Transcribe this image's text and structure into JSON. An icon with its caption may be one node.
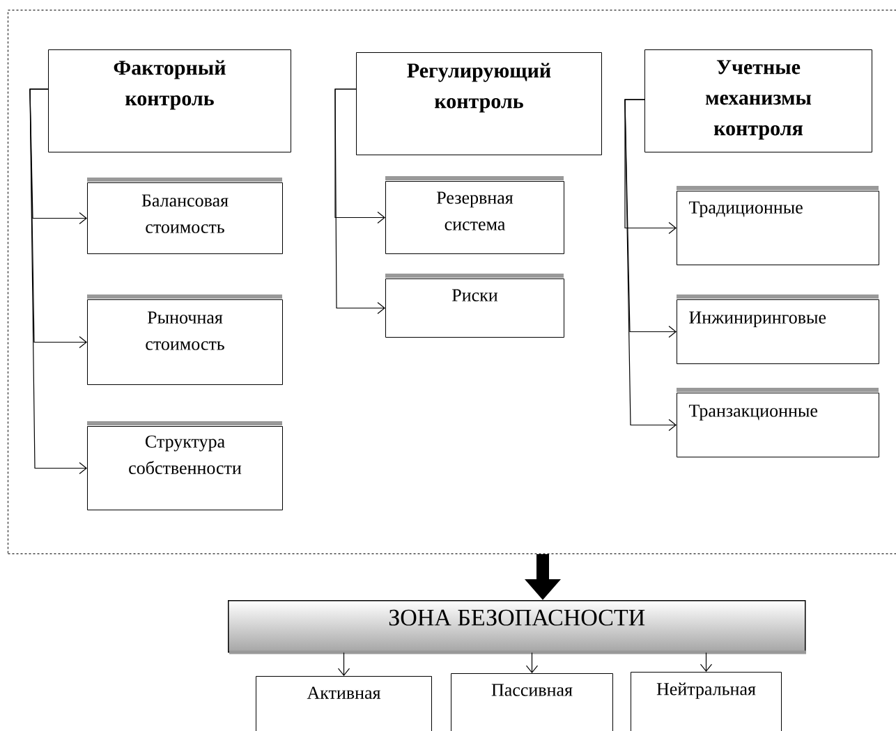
{
  "diagram": {
    "nodes": [
      {
        "text": [],
        "shape": "box"
      },
      {
        "text": [
          "Факторный контроль"
        ],
        "in": 0
      },
      {
        "text": [
          "Балансовая стоимость"
        ],
        "in": 0
      },
      {
        "text": [
          "Рыночная стоимость"
        ],
        "in": 0
      },
      {
        "text": [
          "Структура собственности"
        ],
        "in": 0
      },
      {
        "text": [
          "Регулирующий контроль"
        ],
        "in": 0
      },
      {
        "text": [
          "Резервная система"
        ],
        "in": 0
      },
      {
        "text": [
          "Риски"
        ],
        "in": 0
      },
      {
        "text": [
          "Учетные механизмы контроля"
        ],
        "in": 0
      },
      {
        "text": [
          "Традиционные"
        ],
        "in": 0
      },
      {
        "text": [
          "Инжиниринговые"
        ],
        "in": 0
      },
      {
        "text": [
          "Транзакционные"
        ],
        "in": 0
      },
      {
        "text": [
          "ЗОНА БЕЗОПАСНОСТИ"
        ]
      },
      {
        "text": [
          "Активная"
        ]
      },
      {
        "text": [
          "Пассивная"
        ]
      },
      {
        "text": [
          "Нейтральная"
        ]
      }
    ],
    "edges": [
      {
        "from": 1,
        "to": 2,
        "arrow": "to"
      },
      {
        "from": 1,
        "to": 3,
        "arrow": "to"
      },
      {
        "from": 1,
        "to": 4,
        "arrow": "to"
      },
      {
        "from": 5,
        "to": 6,
        "arrow": "to"
      },
      {
        "from": 5,
        "to": 7,
        "arrow": "to"
      },
      {
        "from": 8,
        "to": 9,
        "arrow": "to"
      },
      {
        "from": 8,
        "to": 10,
        "arrow": "to"
      },
      {
        "from": 8,
        "to": 11,
        "arrow": "to"
      },
      {
        "from": 0,
        "to": 12,
        "arrow": "to",
        "style": "thick"
      },
      {
        "from": 12,
        "to": 13,
        "arrow": "to"
      },
      {
        "from": 12,
        "to": 14,
        "arrow": "to"
      },
      {
        "from": 12,
        "to": 15,
        "arrow": "to"
      }
    ]
  }
}
